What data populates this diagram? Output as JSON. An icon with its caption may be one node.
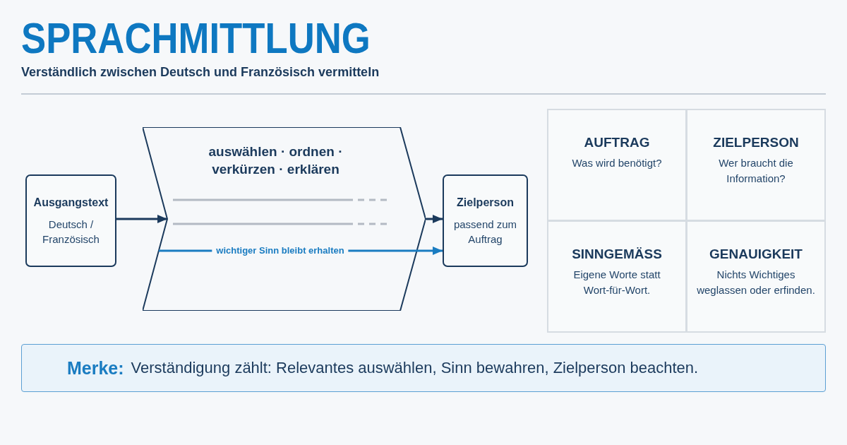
{
  "diagram": {
    "title": "SPRACHMITTLUNG",
    "nodes": [
      {
        "text": [
          "Ausgangstext",
          "Deutsch / Französisch"
        ]
      },
      {
        "text": [
          "auswählen · ordnen · verkürzen · erklären"
        ]
      },
      {
        "text": [
          "Zielperson",
          "passend zum Auftrag"
        ]
      },
      {
        "text": [
          "AUFTRAG",
          "Was wird benötigt?"
        ]
      },
      {
        "text": [
          "ZIELPERSON",
          "Wer braucht die Information?"
        ]
      },
      {
        "text": [
          "SINNGEMÄSS",
          "Eigene Worte statt Wort-für-Wort."
        ]
      },
      {
        "text": [
          "GENAUIGKEIT",
          "Nichts Wichtiges weglassen oder erfinden."
        ]
      },
      {
        "text": [
          "Merke:",
          "Verständigung zählt: Relevantes auswählen, Sinn bewahren, Zielperson beachten."
        ]
      }
    ],
    "edges": [
      {
        "from": 0,
        "to": 1,
        "arrow": "to"
      },
      {
        "from": 1,
        "to": 2,
        "arrow": "to"
      },
      {
        "from": 1,
        "to": 2,
        "arrow": "to",
        "label": "wichtiger Sinn bleibt erhalten",
        "color": "#1a7cc1"
      }
    ],
    "labels": [
      "Verständlich zwischen Deutsch und Französisch vermitteln"
    ]
  }
}
